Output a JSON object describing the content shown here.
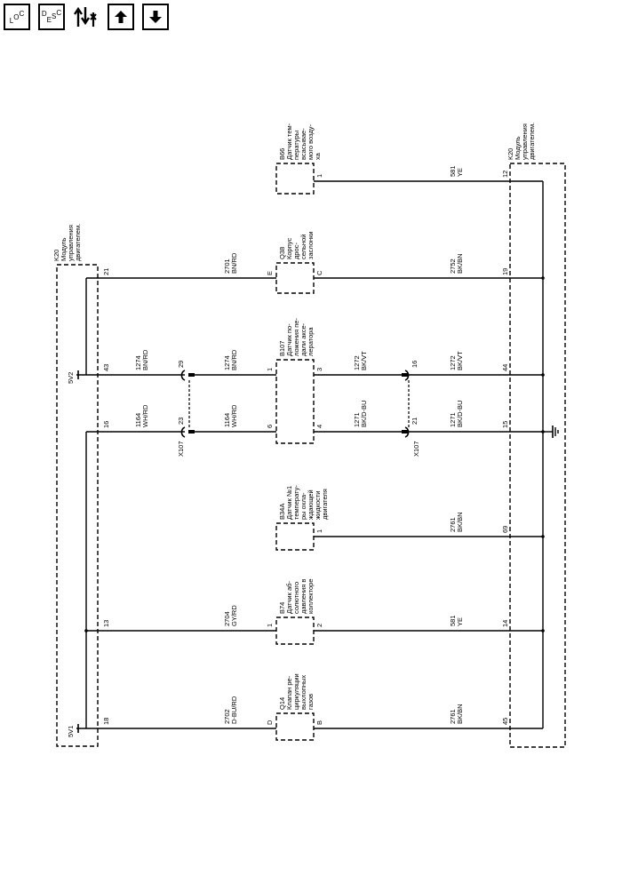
{
  "toolbar": {
    "loc_label_1": "L",
    "loc_label_2": "O",
    "loc_label_3": "C",
    "desc_label_1": "D",
    "desc_label_2": "E",
    "desc_label_3": "S",
    "desc_label_4": "C"
  },
  "modules": {
    "left_title": [
      "K20",
      "Модуль",
      "управления",
      "двигателем."
    ],
    "right_title": [
      "K20",
      "Модуль",
      "управления",
      "двигателем."
    ]
  },
  "components": {
    "b66": [
      "B66",
      "Датчик тем-",
      "пературы",
      "всасывае-",
      "мого возду-",
      "ха"
    ],
    "q38": [
      "Q38",
      "Корпус",
      "дрос-",
      "сельной",
      "заслонки"
    ],
    "b107": [
      "B107",
      "Датчик по-",
      "ложения пе-",
      "дали аксе-",
      "лератора"
    ],
    "b34a": [
      "B34A",
      "Датчик №1",
      "температу-",
      "ры охла-",
      "ждающей",
      "жидкости",
      "двигателя"
    ],
    "b74": [
      "B74",
      "Датчик аб-",
      "солютного",
      "давления в",
      "коллекторе"
    ],
    "q14": [
      "Q14",
      "Клапан ре-",
      "циркуляции",
      "выхлопных",
      "газов"
    ]
  },
  "supply": {
    "5v2": "5V2",
    "5v1": "5V1"
  },
  "connector": "X107",
  "pins": {
    "left_21": "21",
    "left_43": "43",
    "left_16": "16",
    "left_13": "13",
    "left_18": "18",
    "x107_29": "29",
    "x107_23": "23",
    "x107_16": "16",
    "x107_21": "21",
    "q38_e": "E",
    "q38_c": "C",
    "b107_1": "1",
    "b107_3": "3",
    "b107_6": "6",
    "b107_4": "4",
    "b66_1": "1",
    "b34a_1": "1",
    "b74_1": "1",
    "b74_2": "2",
    "q14_d": "D",
    "q14_b": "B",
    "right_12": "12",
    "right_19": "19",
    "right_44": "44",
    "right_15": "15",
    "right_69": "69",
    "right_14": "14",
    "right_45": "45"
  },
  "wires": {
    "w2701": [
      "2701",
      "BN/RD"
    ],
    "w1274a": [
      "1274",
      "BN/RD"
    ],
    "w1274b": [
      "1274",
      "BN/RD"
    ],
    "w1164a": [
      "1164",
      "WH/RD"
    ],
    "w1164b": [
      "1164",
      "WH/RD"
    ],
    "w2704": [
      "2704",
      "GY/RD"
    ],
    "w2702": [
      "2702",
      "D-BU/RD"
    ],
    "w581a": [
      "581",
      "YE"
    ],
    "w2752": [
      "2752",
      "BK/BN"
    ],
    "w1272a": [
      "1272",
      "BK/VT"
    ],
    "w1272b": [
      "1272",
      "BK/VT"
    ],
    "w1271a": [
      "1271",
      "BK/D-BU"
    ],
    "w1271b": [
      "1271",
      "BK/D-BU"
    ],
    "w2761a": [
      "2761",
      "BK/BN"
    ],
    "w581b": [
      "581",
      "YE"
    ],
    "w2761b": [
      "2761",
      "BK/BN"
    ]
  }
}
